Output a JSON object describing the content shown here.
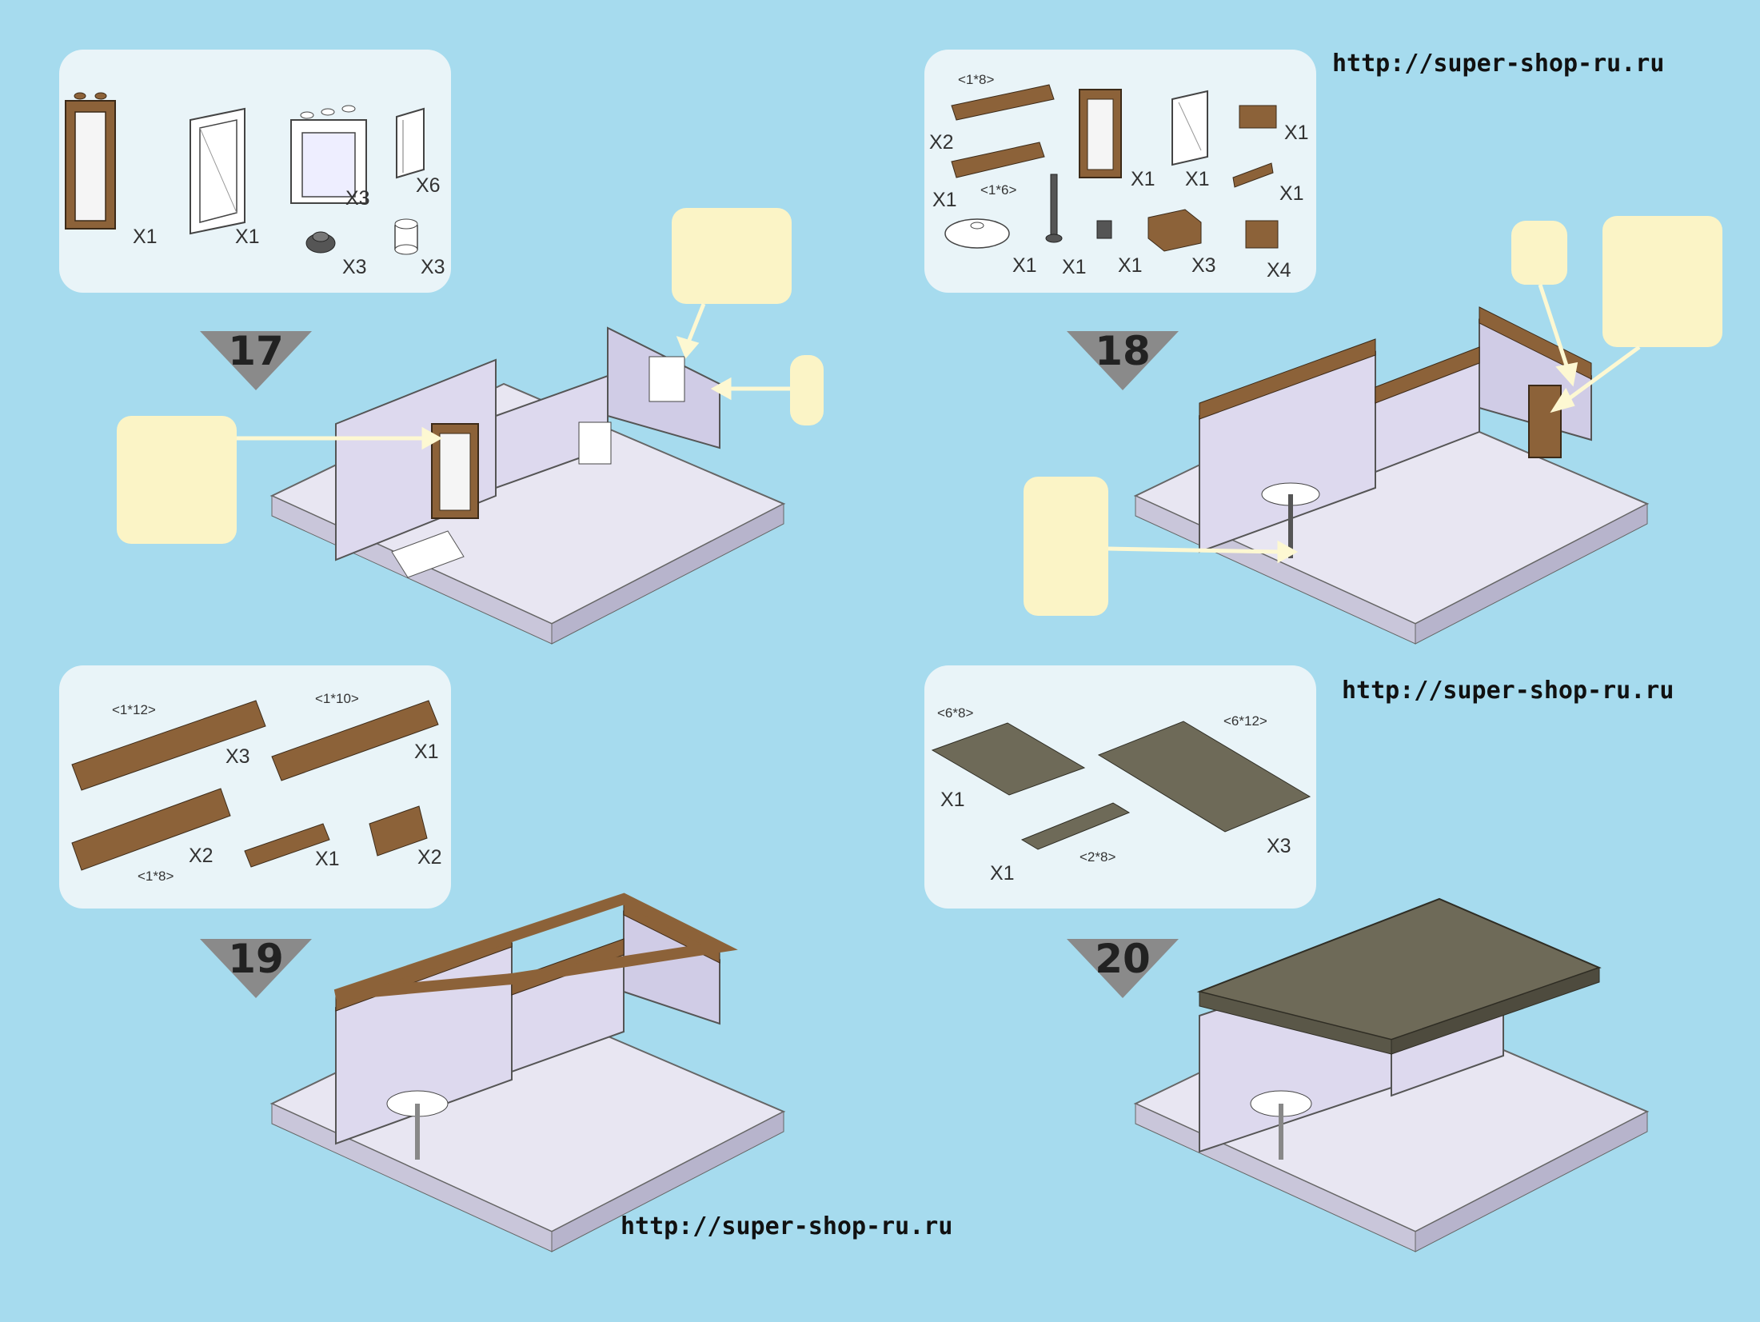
{
  "colors": {
    "background": "#a6dbee",
    "panel": "#e9f4f8",
    "highlight": "#fbf4c6",
    "brick_brown": "#8c6239",
    "plate_dark": "#6e6a58",
    "wall": "#ddd9ee",
    "arrow_gray": "#8a8a8a"
  },
  "watermark": "http://super-shop-ru.ru",
  "steps": [
    {
      "number": "17",
      "parts": [
        {
          "icon": "window-frame-brown-icon",
          "qty": "X1"
        },
        {
          "icon": "door-white-icon",
          "qty": "X1"
        },
        {
          "icon": "window-frame-white-icon",
          "qty": "X3"
        },
        {
          "icon": "shutter-white-icon",
          "qty": "X6"
        },
        {
          "icon": "round-stud-dark-icon",
          "qty": "X3"
        },
        {
          "icon": "round-stud-white-icon",
          "qty": "X3"
        }
      ]
    },
    {
      "number": "18",
      "parts": [
        {
          "icon": "brick-1x8-brown-icon",
          "qty": "X2",
          "dim": "<1*8>"
        },
        {
          "icon": "brick-1x6-brown-icon",
          "qty": "X1",
          "dim": "<1*6>"
        },
        {
          "icon": "window-frame-brown-icon",
          "qty": "X1"
        },
        {
          "icon": "door-white-icon",
          "qty": "X1"
        },
        {
          "icon": "brick-1x2-brown-icon",
          "qty": "X1"
        },
        {
          "icon": "plate-1x2-brown-icon",
          "qty": "X1"
        },
        {
          "icon": "round-dish-white-icon",
          "qty": "X1"
        },
        {
          "icon": "pole-dark-icon",
          "qty": "X1"
        },
        {
          "icon": "round-stud-dark-icon",
          "qty": "X1"
        },
        {
          "icon": "brick-2x2-brown-icon",
          "qty": "X3"
        },
        {
          "icon": "brick-1x2-brown-icon",
          "qty": "X4"
        }
      ]
    },
    {
      "number": "19",
      "parts": [
        {
          "icon": "brick-1x12-brown-icon",
          "qty": "X3",
          "dim": "<1*12>"
        },
        {
          "icon": "brick-1x10-brown-icon",
          "qty": "X1",
          "dim": "<1*10>"
        },
        {
          "icon": "brick-1x8-brown-icon",
          "qty": "X2",
          "dim": "<1*8>"
        },
        {
          "icon": "brick-1x4-brown-icon",
          "qty": "X1"
        },
        {
          "icon": "brick-1x2-brown-icon",
          "qty": "X2"
        }
      ]
    },
    {
      "number": "20",
      "parts": [
        {
          "icon": "plate-6x8-dark-icon",
          "qty": "X1",
          "dim": "<6*8>"
        },
        {
          "icon": "plate-6x12-dark-icon",
          "qty": "X3",
          "dim": "<6*12>"
        },
        {
          "icon": "plate-2x8-dark-icon",
          "qty": "X1",
          "dim": "<2*8>"
        }
      ]
    }
  ]
}
